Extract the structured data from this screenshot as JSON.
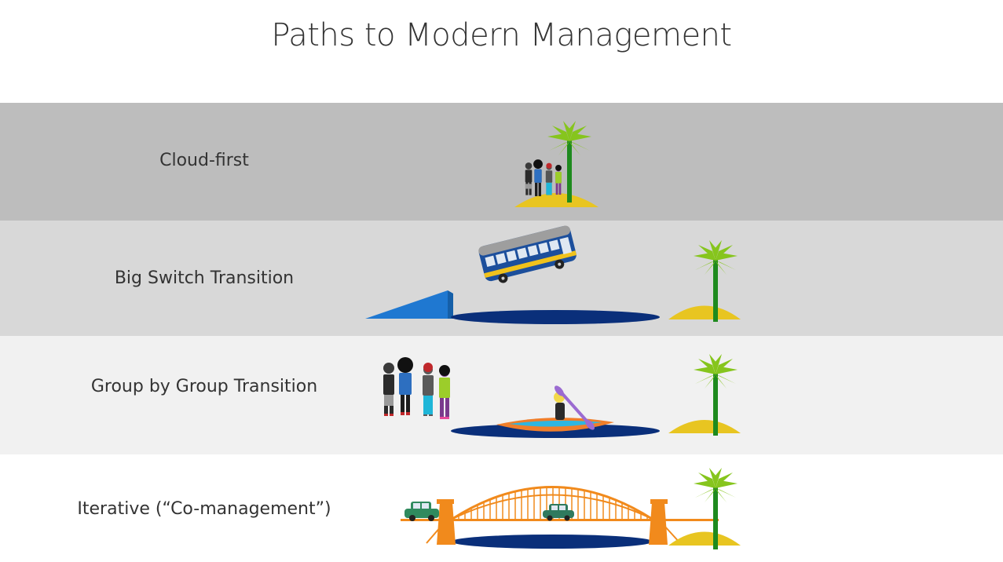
{
  "title": "Paths to Modern Management",
  "rows": [
    {
      "label": "Cloud-first"
    },
    {
      "label": "Big Switch Transition"
    },
    {
      "label": "Group by Group Transition"
    },
    {
      "label": "Iterative (“Co-management”)"
    }
  ],
  "colors": {
    "band1": "#bdbdbd",
    "band2": "#d8d8d8",
    "band3": "#f1f1f1",
    "band4": "#ffffff",
    "water": "#0a2f7a",
    "sand": "#e8c521",
    "palm_leaf": "#86c51d",
    "palm_trunk": "#1e8a1e",
    "ramp": "#1f78d1",
    "bridge": "#f18a1c"
  }
}
